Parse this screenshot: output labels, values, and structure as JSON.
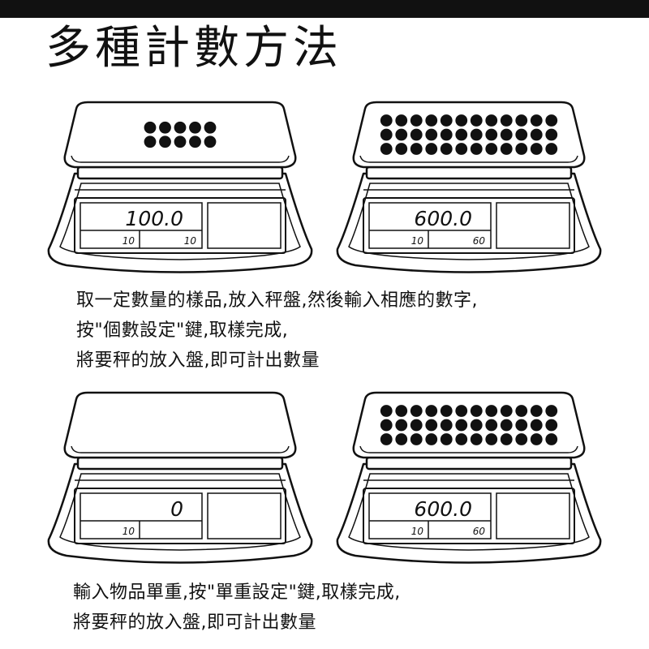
{
  "header": {
    "title": "多種計數方法"
  },
  "scales": [
    {
      "main": "100.0",
      "left": "10",
      "right": "10",
      "dot_rows": 2,
      "dot_cols": 5
    },
    {
      "main": "600.0",
      "left": "10",
      "right": "60",
      "dot_rows": 3,
      "dot_cols": 12
    },
    {
      "main": "0",
      "left": "10",
      "right": "",
      "dot_rows": 0,
      "dot_cols": 0
    },
    {
      "main": "600.0",
      "left": "10",
      "right": "60",
      "dot_rows": 3,
      "dot_cols": 12
    }
  ],
  "captions": {
    "first": [
      "取一定數量的樣品,放入秤盤,然後輸入相應的數字,",
      "按\"個數設定\"鍵,取樣完成,",
      "將要秤的放入盤,即可計出數量"
    ],
    "second": [
      "輸入物品單重,按\"單重設定\"鍵,取樣完成,",
      "將要秤的放入盤,即可計出數量"
    ]
  }
}
